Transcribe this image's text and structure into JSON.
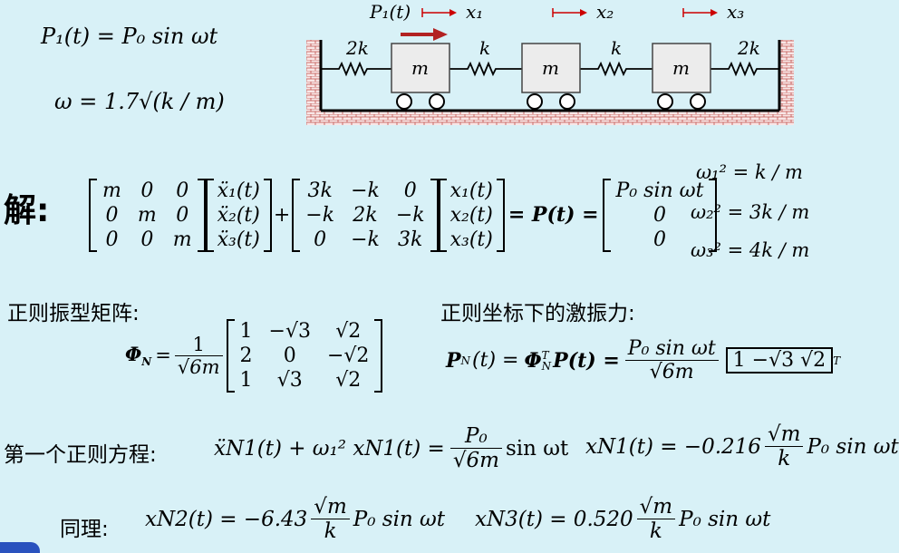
{
  "given": {
    "force": "P₁(t) = P₀ sin ωt",
    "omega": "ω = 1.7√(k / m)"
  },
  "diagram": {
    "force_label": "P₁(t)",
    "displacements": [
      "x₁",
      "x₂",
      "x₃"
    ],
    "springs": [
      "2k",
      "k",
      "k",
      "2k"
    ],
    "mass": "m"
  },
  "solution": {
    "label": "解:",
    "mass_matrix": [
      [
        "m",
        "0",
        "0"
      ],
      [
        "0",
        "m",
        "0"
      ],
      [
        "0",
        "0",
        "m"
      ]
    ],
    "accel_vector": [
      "ẍ₁(t)",
      "ẍ₂(t)",
      "ẍ₃(t)"
    ],
    "stiffness_matrix": [
      [
        "3k",
        "−k",
        "0"
      ],
      [
        "−k",
        "2k",
        "−k"
      ],
      [
        "0",
        "−k",
        "3k"
      ]
    ],
    "disp_vector": [
      "x₁(t)",
      "x₂(t)",
      "x₃(t)"
    ],
    "rhs_label": "= P(t) =",
    "force_vector": [
      "P₀ sin ωt",
      "0",
      "0"
    ],
    "frequencies": [
      "ω₁² = k / m",
      "ω₂² = 3k / m",
      "ω₃² = 4k / m"
    ]
  },
  "modal": {
    "heading": "正则振型矩阵:",
    "phi_label": "Φ",
    "phi_sub": "N",
    "phi_factor_num": "1",
    "phi_factor_den": "√6m",
    "phi_matrix": [
      [
        "1",
        "−√3",
        "√2"
      ],
      [
        "2",
        "0",
        "−√2"
      ],
      [
        "1",
        "√3",
        "√2"
      ]
    ]
  },
  "modal_force": {
    "heading": "正则坐标下的激振力:",
    "lhs": "P",
    "lhs_sub": "N",
    "lhs_arg": "(t) =",
    "mid": "Φ",
    "mid_sub": "N",
    "mid_sup": "T",
    "mid_tail": "P(t) =",
    "num": "P₀ sin ωt",
    "den": "√6m",
    "vector": "1    −√3    √2",
    "vector_sup": "T"
  },
  "first_eq": {
    "heading": "第一个正则方程:",
    "lhs": "ẍN1(t) + ω₁² xN1(t) =",
    "num": "P₀",
    "den": "√6m",
    "tail": "sin ωt",
    "result_lhs": "xN1(t) = −0.216",
    "result_num": "√m",
    "result_den": "k",
    "result_tail": "P₀ sin ωt"
  },
  "similar": {
    "label": "同理:",
    "eq2_lhs": "xN2(t) = −6.43",
    "eq2_num": "√m",
    "eq2_den": "k",
    "eq2_tail": "P₀ sin ωt",
    "eq3_lhs": "xN3(t) = 0.520",
    "eq3_num": "√m",
    "eq3_den": "k",
    "eq3_tail": "P₀ sin ωt"
  },
  "colors": {
    "background": "#d8f1f7",
    "wall": "#c0504d",
    "force_arrow": "#b22222",
    "displacement_arrow": "#cc0000",
    "mass_fill": "#ececec"
  }
}
